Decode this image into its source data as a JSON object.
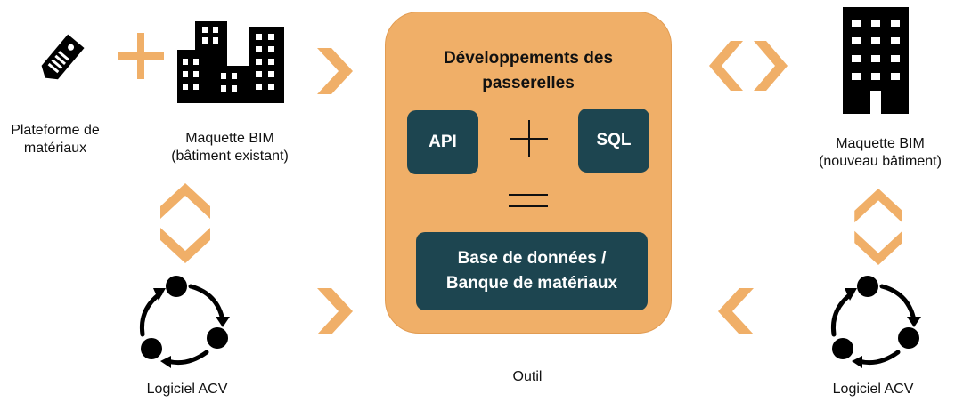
{
  "nodes": {
    "materials_platform": {
      "line1": "Plateforme de",
      "line2": "matériaux",
      "icon": "price-tag-icon"
    },
    "bim_existing": {
      "line1": "Maquette BIM",
      "line2": "(bâtiment existant)",
      "icon": "buildings-icon"
    },
    "bim_new": {
      "line1": "Maquette BIM",
      "line2": "(nouveau bâtiment)",
      "icon": "building-icon"
    },
    "lca_left": {
      "label": "Logiciel ACV",
      "icon": "cycle-icon"
    },
    "lca_right": {
      "label": "Logiciel ACV",
      "icon": "cycle-icon"
    }
  },
  "tool": {
    "title_line1": "Développements des",
    "title_line2": "passerelles",
    "api": "API",
    "sql": "SQL",
    "db_line1": "Base de données /",
    "db_line2": "Banque de matériaux",
    "caption": "Outil"
  },
  "colors": {
    "accent": "#F0AF68",
    "dark": "#1D4550",
    "icon": "#000000"
  }
}
